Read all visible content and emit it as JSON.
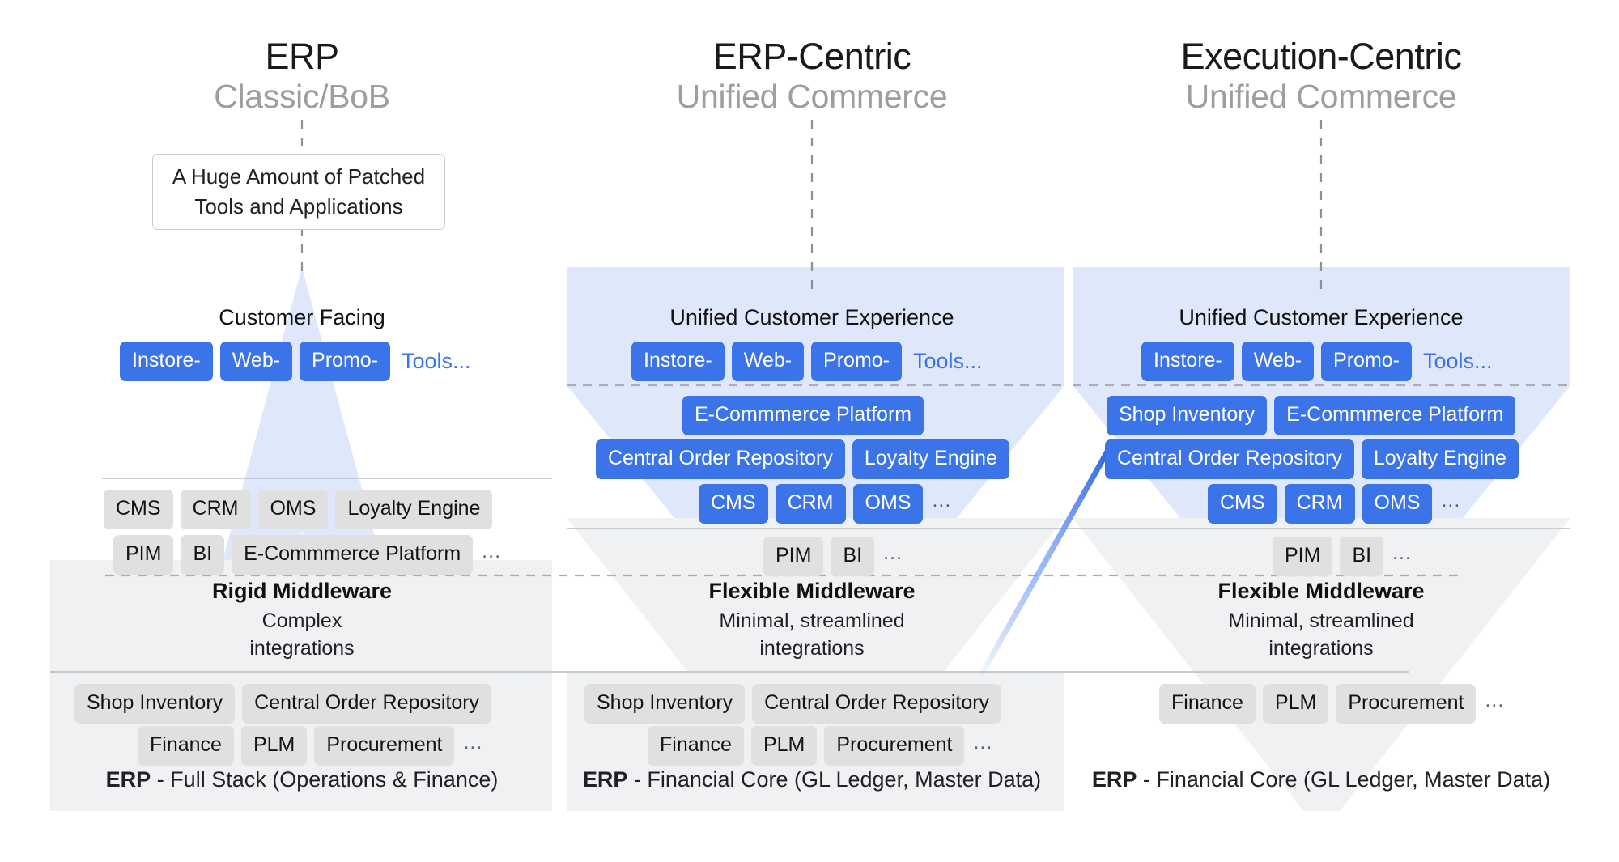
{
  "diagram": {
    "title": "ERP architecture comparison: Classic/BoB vs ERP-Centric vs Execution-Centric Unified Commerce",
    "colors": {
      "chip_blue": "#3b73e8",
      "chip_grey": "#e0e0e0",
      "band_blue": "#dfe7fb",
      "panel_grey": "#eff1f2",
      "link_blue": "#3b73e8",
      "subtitle_grey": "#9e9e9e"
    },
    "ellipsis": "...",
    "tools_link": "Tools..."
  },
  "columns": [
    {
      "id": "classic",
      "title": "ERP",
      "subtitle": "Classic/BoB",
      "patched_box": "A Huge Amount of Patched Tools and Applications",
      "patched_box_line1": "A Huge Amount of Patched",
      "patched_box_line2": "Tools and Applications",
      "top_band_label": "Customer Facing",
      "top_chips": [
        "Instore-",
        "Web-",
        "Promo-"
      ],
      "top_chips_suffix": "Tools...",
      "mid_rows": [
        [
          "CMS",
          "CRM",
          "OMS",
          "Loyalty Engine"
        ],
        [
          "PIM",
          "BI",
          "E-Commmerce Platform"
        ]
      ],
      "mid_row2_suffix": "...",
      "middleware_title": "Rigid Middleware",
      "middleware_sub_line1": "Complex",
      "middleware_sub_line2": "integrations",
      "erp_rows": [
        [
          "Shop Inventory",
          "Central Order Repository"
        ],
        [
          "Finance",
          "PLM",
          "Procurement"
        ]
      ],
      "erp_row2_suffix": "...",
      "erp_caption_bold": "ERP",
      "erp_caption_rest": " - Full Stack (Operations & Finance)"
    },
    {
      "id": "erp-centric",
      "title": "ERP-Centric",
      "subtitle": "Unified Commerce",
      "top_band_label": "Unified Customer Experience",
      "top_chips": [
        "Instore-",
        "Web-",
        "Promo-"
      ],
      "top_chips_suffix": "Tools...",
      "mid_rows": [
        [
          "E-Commmerce Platform"
        ],
        [
          "Central Order Repository",
          "Loyalty Engine"
        ],
        [
          "CMS",
          "CRM",
          "OMS"
        ]
      ],
      "mid_row3_suffix": "...",
      "grey_row": [
        "PIM",
        "BI"
      ],
      "grey_row_suffix": "...",
      "middleware_title": "Flexible Middleware",
      "middleware_sub_line1": "Minimal, streamlined",
      "middleware_sub_line2": "integrations",
      "erp_rows": [
        [
          "Shop Inventory",
          "Central Order Repository"
        ],
        [
          "Finance",
          "PLM",
          "Procurement"
        ]
      ],
      "erp_row2_suffix": "...",
      "erp_caption_bold": "ERP",
      "erp_caption_rest": " - Financial Core (GL Ledger, Master Data)"
    },
    {
      "id": "execution-centric",
      "title": "Execution-Centric",
      "subtitle": "Unified Commerce",
      "top_band_label": "Unified Customer Experience",
      "top_chips": [
        "Instore-",
        "Web-",
        "Promo-"
      ],
      "top_chips_suffix": "Tools...",
      "mid_rows": [
        [
          "Shop Inventory",
          "E-Commmerce Platform"
        ],
        [
          "Central Order Repository",
          "Loyalty Engine"
        ],
        [
          "CMS",
          "CRM",
          "OMS"
        ]
      ],
      "mid_row3_suffix": "...",
      "grey_row": [
        "PIM",
        "BI"
      ],
      "grey_row_suffix": "...",
      "middleware_title": "Flexible Middleware",
      "middleware_sub_line1": "Minimal, streamlined",
      "middleware_sub_line2": "integrations",
      "erp_rows": [
        [
          "Finance",
          "PLM",
          "Procurement"
        ]
      ],
      "erp_row1_suffix": "...",
      "erp_caption_bold": "ERP",
      "erp_caption_rest": " - Financial Core (GL Ledger, Master Data)"
    }
  ]
}
